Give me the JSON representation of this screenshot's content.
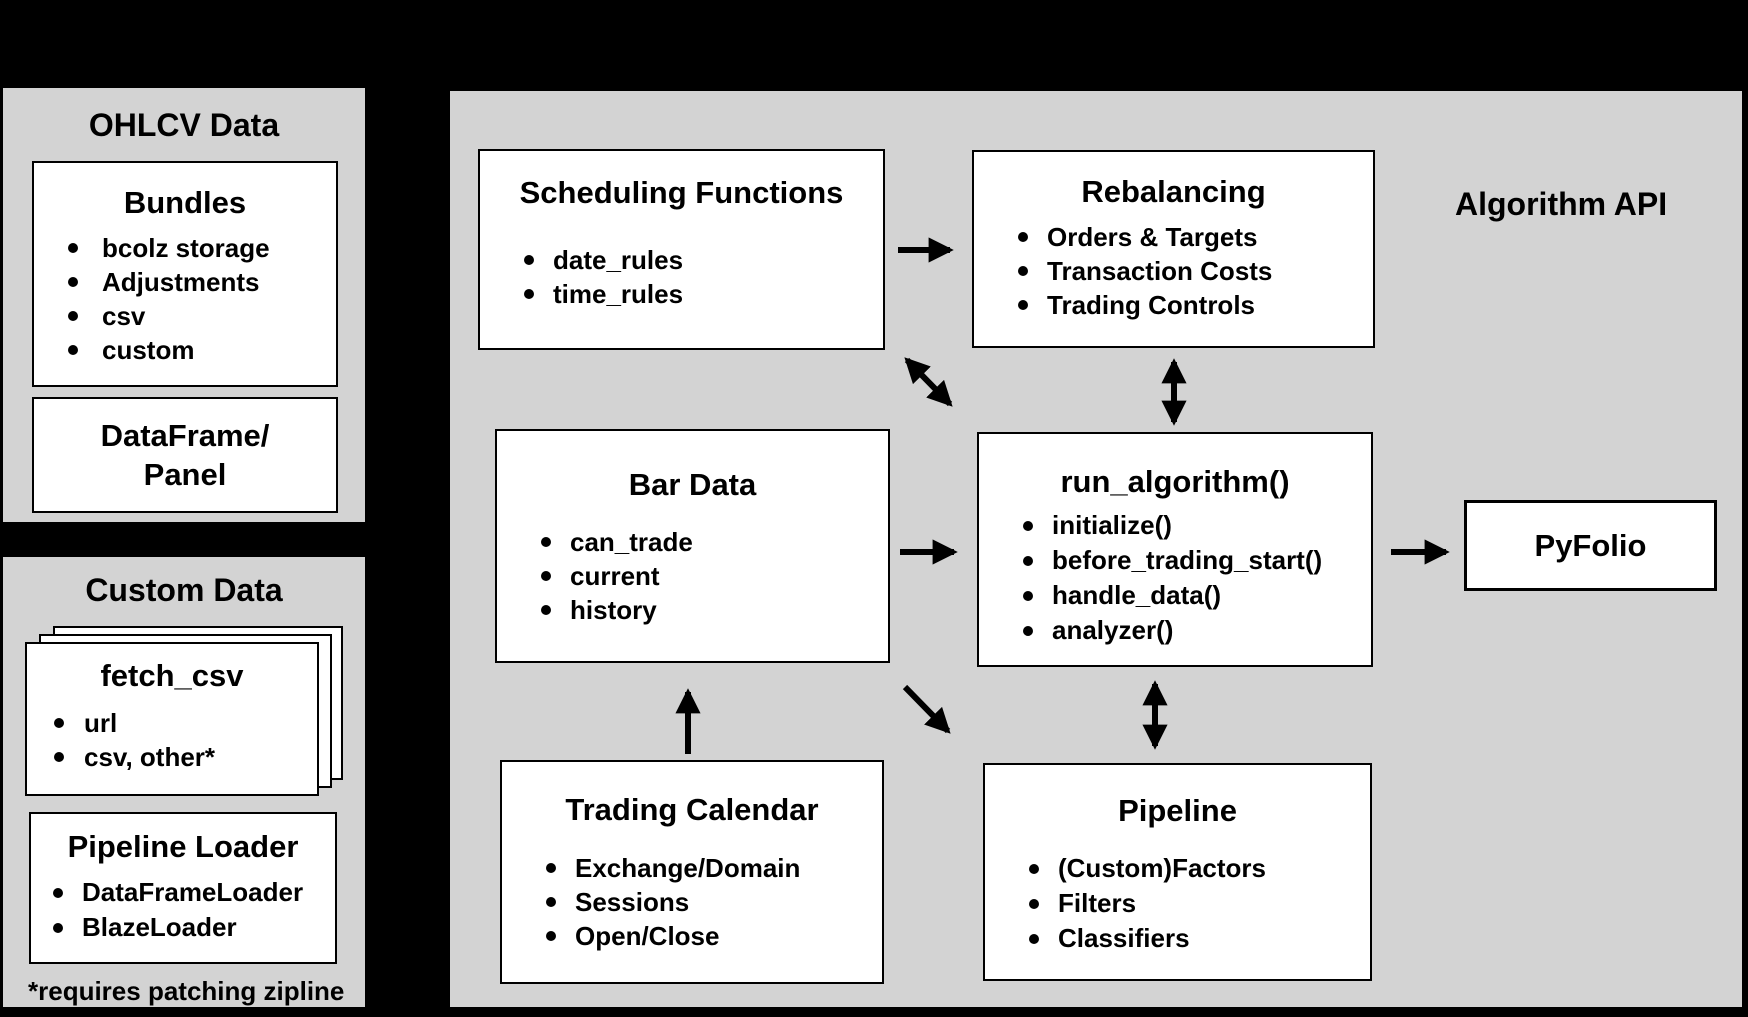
{
  "panels": {
    "ohlcv": {
      "title": "OHLCV Data"
    },
    "custom": {
      "title": "Custom Data"
    },
    "algorithm_api_label": "Algorithm API"
  },
  "boxes": {
    "bundles": {
      "title": "Bundles",
      "items": [
        "bcolz storage",
        "Adjustments",
        "csv",
        "custom"
      ]
    },
    "dataframe_panel": {
      "line1": "DataFrame/",
      "line2": "Panel"
    },
    "fetch_csv": {
      "title": "fetch_csv",
      "items": [
        "url",
        "csv, other*"
      ]
    },
    "pipeline_loader": {
      "title": "Pipeline Loader",
      "items": [
        "DataFrameLoader",
        "BlazeLoader"
      ]
    },
    "scheduling_functions": {
      "title": "Scheduling Functions",
      "items": [
        "date_rules",
        "time_rules"
      ]
    },
    "rebalancing": {
      "title": "Rebalancing",
      "items": [
        "Orders & Targets",
        "Transaction Costs",
        "Trading Controls"
      ]
    },
    "bar_data": {
      "title": "Bar Data",
      "items": [
        "can_trade",
        "current",
        "history"
      ]
    },
    "run_algorithm": {
      "title": "run_algorithm()",
      "items": [
        "initialize()",
        "before_trading_start()",
        "handle_data()",
        "analyzer()"
      ]
    },
    "trading_calendar": {
      "title": "Trading Calendar",
      "items": [
        "Exchange/Domain",
        "Sessions",
        "Open/Close"
      ]
    },
    "pipeline": {
      "title": "Pipeline",
      "items": [
        "(Custom)Factors",
        "Filters",
        "Classifiers"
      ]
    },
    "pyfolio": {
      "title": "PyFolio"
    }
  },
  "footnote": "*requires patching zipline",
  "colors": {
    "panel_gray": "#d3d3d3",
    "box_white": "#ffffff",
    "ink": "#000000"
  }
}
